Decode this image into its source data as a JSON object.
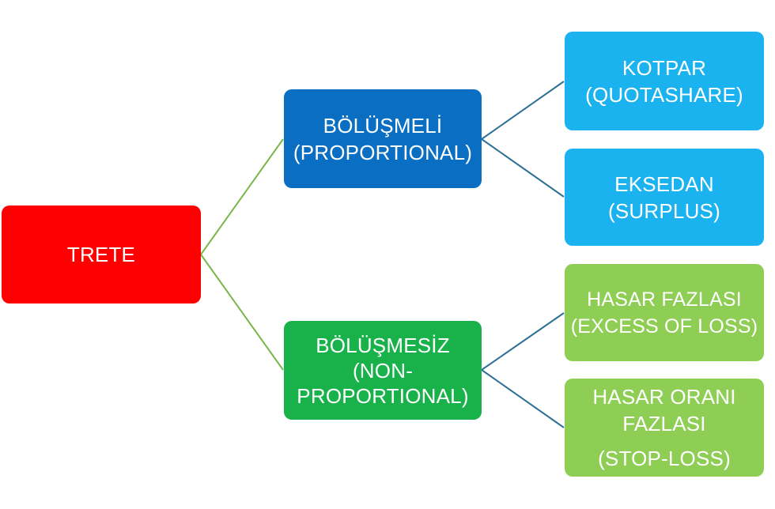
{
  "diagram": {
    "root": {
      "lines": [
        "TRETE"
      ],
      "color": "#ff0000"
    },
    "proportional": {
      "lines": [
        "BÖLÜŞMELİ",
        "(PROPORTIONAL)"
      ],
      "color": "#0a6fc2"
    },
    "non_proportional": {
      "lines": [
        "BÖLÜŞMESİZ",
        "(NON-",
        "PROPORTIONAL)"
      ],
      "color": "#19b24a"
    },
    "quota_share": {
      "lines": [
        "KOTPAR",
        "(QUOTASHARE)"
      ],
      "color": "#1ab2ef"
    },
    "surplus": {
      "lines": [
        "EKSEDAN",
        "(SURPLUS)"
      ],
      "color": "#1ab2ef"
    },
    "excess_of_loss": {
      "lines": [
        "HASAR FAZLASI",
        "(EXCESS OF LOSS)"
      ],
      "color": "#8fce55"
    },
    "stop_loss": {
      "lines": [
        "HASAR ORANI",
        "FAZLASI",
        "(STOP-LOSS)"
      ],
      "color": "#8fce55"
    },
    "connector_colors": {
      "root_links": "#7ab648",
      "child_links": "#2e6f95"
    }
  }
}
